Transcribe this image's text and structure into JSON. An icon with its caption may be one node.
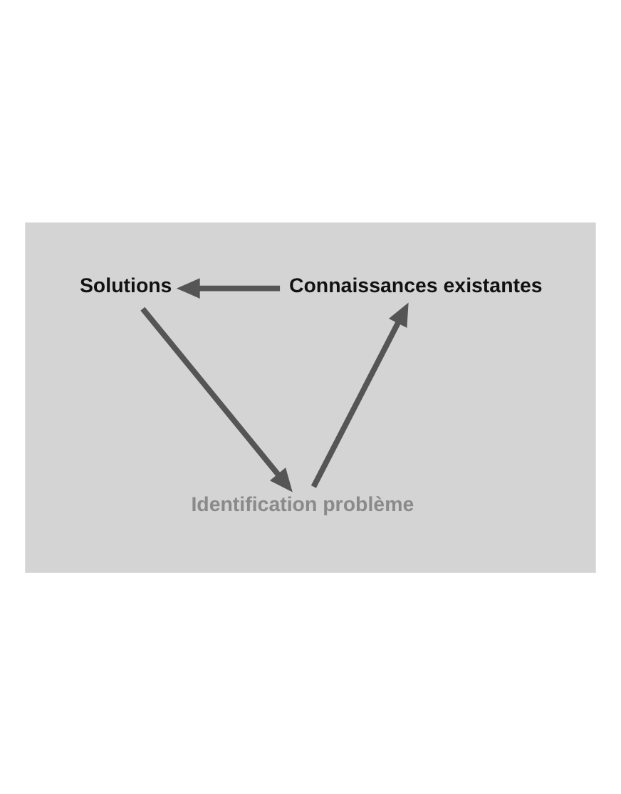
{
  "diagram": {
    "nodes": [
      {
        "text": [],
        "shape": "box"
      },
      {
        "text": [
          "Connaissances existantes"
        ],
        "in": 0
      },
      {
        "text": [
          "Solutions"
        ],
        "in": 0
      },
      {
        "text": [
          "Identification problème"
        ],
        "in": 0
      }
    ],
    "edges": [
      {
        "from": 1,
        "to": 2,
        "arrow": "to"
      },
      {
        "from": 2,
        "to": 3,
        "arrow": "to"
      },
      {
        "from": 3,
        "to": 1,
        "arrow": "to"
      }
    ]
  }
}
